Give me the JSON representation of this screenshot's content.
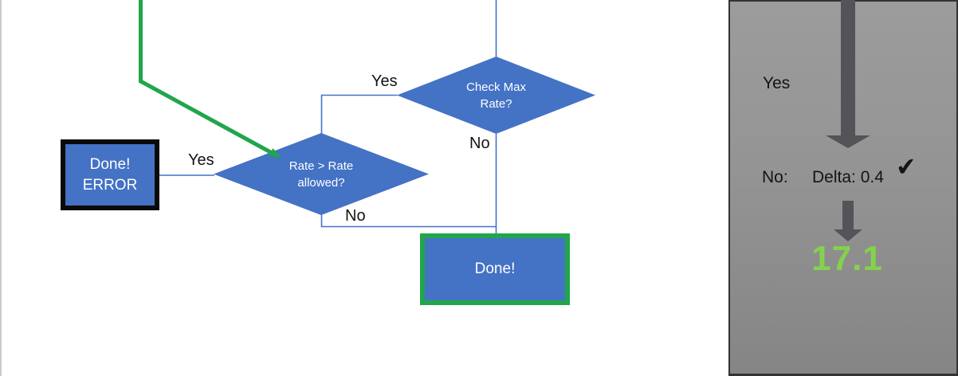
{
  "colors": {
    "shape_blue": "#4472C4",
    "connector_blue": "#4472C4",
    "green": "#21A54D",
    "result_green": "#84D24B",
    "arrow_gray": "#545357",
    "panel_border": "#333333"
  },
  "flowchart": {
    "decision_check_max": {
      "line1": "Check Max",
      "line2": "Rate?"
    },
    "decision_rate_allowed": {
      "line1": "Rate > Rate",
      "line2": "allowed?"
    },
    "terminal_done_error": {
      "line1": "Done!",
      "line2": "ERROR"
    },
    "terminal_done": {
      "line1": "Done!"
    },
    "labels": {
      "check_max_yes": "Yes",
      "check_max_no": "No",
      "rate_yes": "Yes",
      "rate_no": "No"
    }
  },
  "panel": {
    "yes_label": "Yes",
    "no_label": "No:",
    "delta_text": "Delta: 0.4",
    "check_mark": "✔",
    "result_value": "17.1"
  }
}
